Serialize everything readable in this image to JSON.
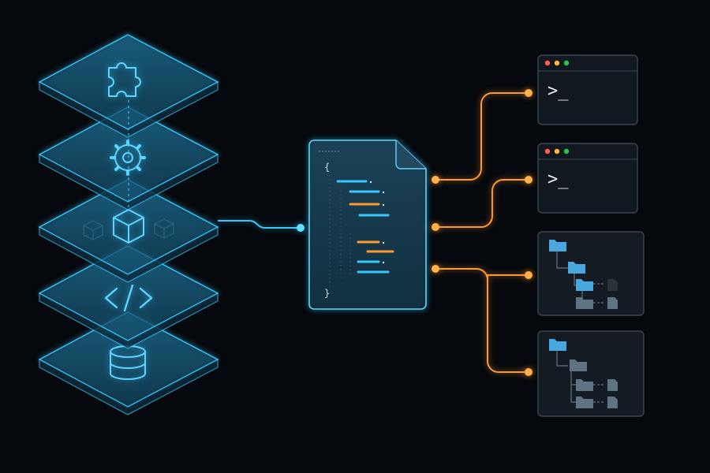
{
  "colors": {
    "background": "#05080c",
    "cyan": "#38c8ff",
    "cyan_fill": "#0e3a52",
    "orange": "#ff9a2e",
    "panel": "#12181f",
    "panel_border": "#3a4650",
    "folder": "#4aa8e0",
    "folder_dim": "#5e7482",
    "dot_red": "#ff5f57",
    "dot_yellow": "#febc2e",
    "dot_green": "#28c840"
  },
  "stack": {
    "layers": [
      {
        "name": "plugin",
        "icon": "puzzle-icon"
      },
      {
        "name": "config",
        "icon": "gear-icon"
      },
      {
        "name": "package",
        "icon": "cube-icon"
      },
      {
        "name": "code",
        "icon": "code-icon"
      },
      {
        "name": "data",
        "icon": "database-icon"
      }
    ],
    "code_symbol": "</>"
  },
  "document": {
    "icon": "document-icon",
    "brace_open": "{",
    "brace_close": "}"
  },
  "terminals": [
    {
      "icon": "terminal-icon",
      "prompt": ">_"
    },
    {
      "icon": "terminal-icon",
      "prompt": ">_"
    }
  ],
  "file_trees": [
    {
      "icon": "folder-tree-icon"
    },
    {
      "icon": "folder-tree-icon"
    }
  ]
}
